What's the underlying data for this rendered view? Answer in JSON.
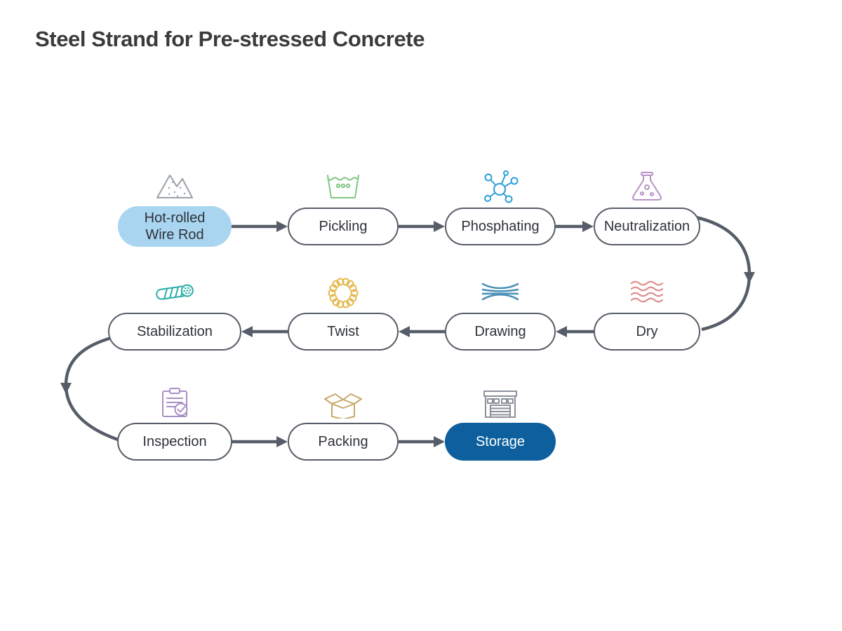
{
  "page": {
    "title": "Steel Strand for Pre-stressed Concrete"
  },
  "flow": {
    "nodes": [
      {
        "label": "Hot-rolled\nWire Rod",
        "icon": "wire-rod-pile-icon",
        "icon_color": "#9ba1a9",
        "fill": "#a9d5f1",
        "text_color": "#2e3238",
        "variant": "start"
      },
      {
        "label": "Pickling",
        "icon": "pickling-bath-icon",
        "icon_color": "#82c785",
        "fill": "#ffffff",
        "text_color": "#2e3238",
        "variant": "default"
      },
      {
        "label": "Phosphating",
        "icon": "molecule-icon",
        "icon_color": "#2d9fd8",
        "fill": "#ffffff",
        "text_color": "#2e3238",
        "variant": "default"
      },
      {
        "label": "Neutralization",
        "icon": "flask-icon",
        "icon_color": "#b892c4",
        "fill": "#ffffff",
        "text_color": "#2e3238",
        "variant": "default"
      },
      {
        "label": "Dry",
        "icon": "heat-waves-icon",
        "icon_color": "#e09090",
        "fill": "#ffffff",
        "text_color": "#2e3238",
        "variant": "default"
      },
      {
        "label": "Drawing",
        "icon": "wire-drawing-lines-icon",
        "icon_color": "#4a8fb5",
        "fill": "#ffffff",
        "text_color": "#2e3238",
        "variant": "default"
      },
      {
        "label": "Twist",
        "icon": "rope-ring-icon",
        "icon_color": "#e5b84e",
        "fill": "#ffffff",
        "text_color": "#2e3238",
        "variant": "default"
      },
      {
        "label": "Stabilization",
        "icon": "strand-cable-icon",
        "icon_color": "#2aaea6",
        "fill": "#ffffff",
        "text_color": "#2e3238",
        "variant": "default"
      },
      {
        "label": "Inspection",
        "icon": "clipboard-check-icon",
        "icon_color": "#a88fc5",
        "fill": "#ffffff",
        "text_color": "#2e3238",
        "variant": "default"
      },
      {
        "label": "Packing",
        "icon": "open-box-icon",
        "icon_color": "#c7a768",
        "fill": "#ffffff",
        "text_color": "#2e3238",
        "variant": "default"
      },
      {
        "label": "Storage",
        "icon": "warehouse-icon",
        "icon_color": "#8b919b",
        "fill": "#0e5f9e",
        "text_color": "#ffffff",
        "variant": "end"
      }
    ],
    "edges": [
      {
        "from": "Hot-rolled Wire Rod",
        "to": "Pickling"
      },
      {
        "from": "Pickling",
        "to": "Phosphating"
      },
      {
        "from": "Phosphating",
        "to": "Neutralization"
      },
      {
        "from": "Neutralization",
        "to": "Dry"
      },
      {
        "from": "Dry",
        "to": "Drawing"
      },
      {
        "from": "Drawing",
        "to": "Twist"
      },
      {
        "from": "Twist",
        "to": "Stabilization"
      },
      {
        "from": "Stabilization",
        "to": "Inspection"
      },
      {
        "from": "Inspection",
        "to": "Packing"
      },
      {
        "from": "Packing",
        "to": "Storage"
      }
    ],
    "colors": {
      "connector": "#575d68",
      "node_border": "#575d68",
      "start_fill": "#a9d5f1",
      "end_fill": "#0e5f9e",
      "title_text": "#3b3b3d"
    }
  }
}
